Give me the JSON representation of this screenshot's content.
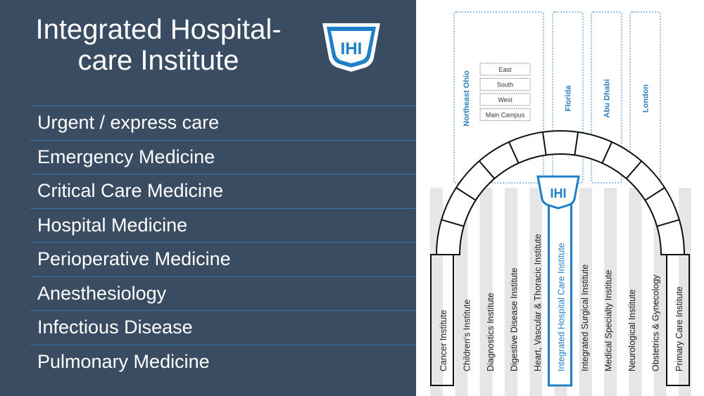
{
  "slide": {
    "title_line1": "Integrated Hospital-",
    "title_line2": "care Institute",
    "logo_text": "IHI"
  },
  "care_list": [
    "Urgent / express care",
    "Emergency Medicine",
    "Critical Care Medicine",
    "Hospital Medicine",
    "Perioperative Medicine",
    "Anesthesiology",
    "Infectious Disease",
    "Pulmonary Medicine"
  ],
  "regions": [
    {
      "label": "Northeast Ohio",
      "sub": [
        "East",
        "South",
        "West",
        "Main Campus"
      ]
    },
    {
      "label": "Florida",
      "sub": []
    },
    {
      "label": "Abu Dhabi",
      "sub": []
    },
    {
      "label": "London",
      "sub": []
    }
  ],
  "arch_logo_text": "IHI",
  "institutes": [
    "Cancer Institute",
    "Children's Institute",
    "Diagnostics Institute",
    "Digestive Disease Institute",
    "Heart, Vascular & Thoracic Institute",
    "Integrated Hospital Care Institute",
    "Integrated Surgical Institute",
    "Medical Specialty Institute",
    "Neurological Institute",
    "Obstetrics & Gynecology",
    "Primary Care Institute"
  ],
  "highlighted_institute": "Integrated Hospital Care Institute",
  "colors": {
    "panel": "#3a4c62",
    "divider": "#2c78b8",
    "accent": "#1f7fc8",
    "region_text": "#2a7fc1"
  }
}
